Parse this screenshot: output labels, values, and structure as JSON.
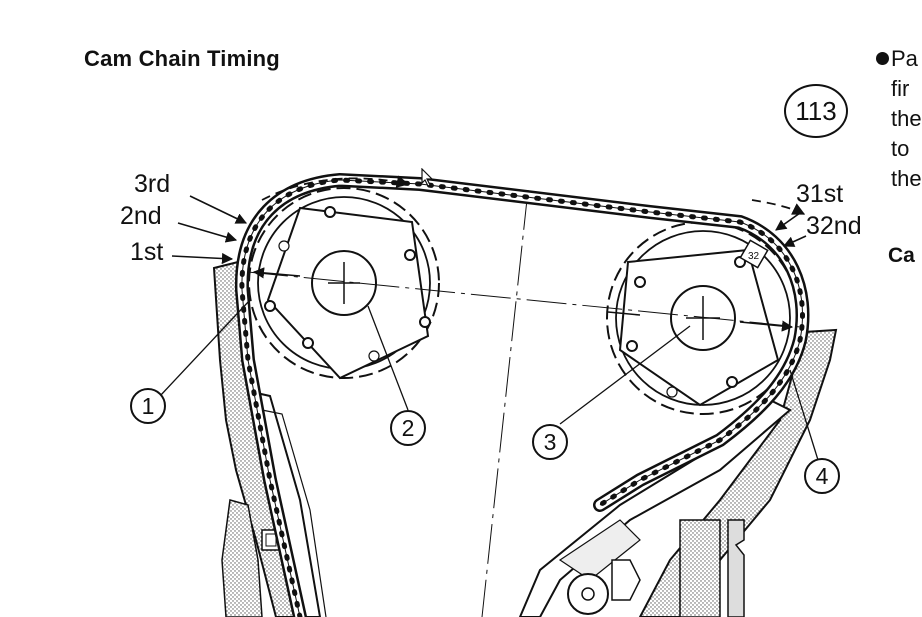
{
  "title": "Cam Chain Timing",
  "figure_number": "113",
  "side_text": {
    "lines": [
      "Pa",
      "fir",
      "the",
      "to",
      "the"
    ],
    "heading": "Ca"
  },
  "link_labels": {
    "third": "3rd",
    "second": "2nd",
    "first": "1st",
    "thirty_first": "31st",
    "thirty_second": "32nd",
    "link_mark": "32"
  },
  "callouts": {
    "one": "1",
    "two": "2",
    "three": "3",
    "four": "4"
  }
}
